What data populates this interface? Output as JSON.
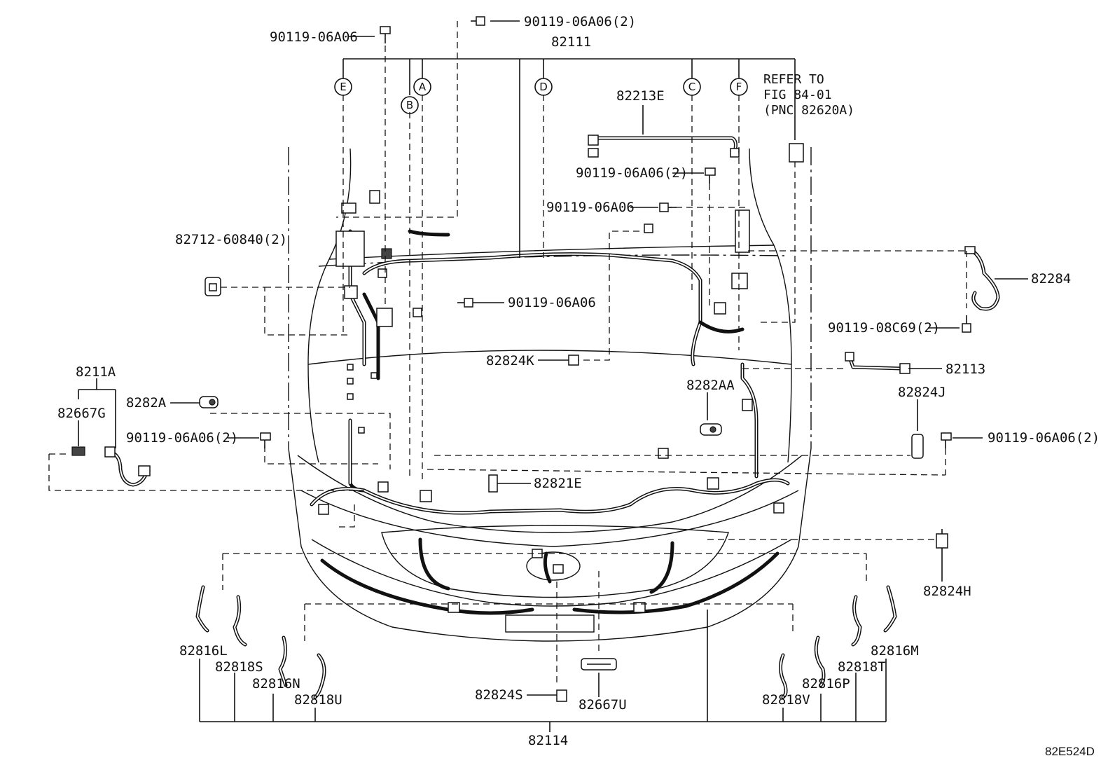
{
  "labels": {
    "bolt_top_right": "90119-06A06(2)",
    "bolt_top_left": "90119-06A06",
    "main_harness": "82111",
    "circle_a": "A",
    "circle_b": "B",
    "circle_c": "C",
    "circle_d": "D",
    "circle_e": "E",
    "circle_f": "F",
    "harness_82213e": "82213E",
    "refer_line1": "REFER TO",
    "refer_line2": "FIG 84-01",
    "refer_line3": "(PNC 82620A)",
    "bolt_mid_right_2": "90119-06A06(2)",
    "bolt_mid_right": "90119-06A06",
    "clamp_82712": "82712-60840(2)",
    "harness_82284": "82284",
    "bolt_center": "90119-06A06",
    "bolt_08c69": "90119-08C69(2)",
    "clip_82824k": "82824K",
    "harness_82113": "82113",
    "harness_8211a": "8211A",
    "clamp_82282aa": "8282AA",
    "clip_82824j": "82824J",
    "sub_82667g": "82667G",
    "clamp_8282a": "8282A",
    "bolt_left_2": "90119-06A06(2)",
    "bolt_right_2": "90119-06A06(2)",
    "clip_82821e": "82821E",
    "clip_82824h": "82824H",
    "wire_82816l": "82816L",
    "wire_82818s": "82818S",
    "wire_82816n": "82816N",
    "wire_82818u": "82818U",
    "clip_82824s": "82824S",
    "sub_82667u": "82667U",
    "wire_82818v": "82818V",
    "wire_82816p": "82816P",
    "wire_82818t": "82818T",
    "wire_82816m": "82816M",
    "bumper_harness": "82114",
    "figure_id": "82E524D"
  }
}
